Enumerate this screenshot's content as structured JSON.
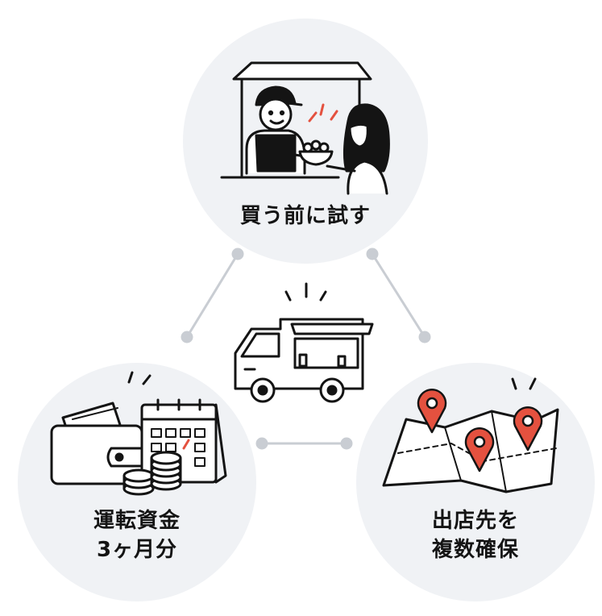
{
  "center": {
    "icon": "food-truck-icon"
  },
  "nodes": [
    {
      "id": "try",
      "icon": "food-stall-tasting-icon",
      "lines": [
        "買う前に試す"
      ]
    },
    {
      "id": "funds",
      "icon": "wallet-calendar-coins-icon",
      "lines": [
        "運転資金",
        "3ヶ月分"
      ]
    },
    {
      "id": "locations",
      "icon": "map-pins-icon",
      "lines": [
        "出店先を",
        "複数確保"
      ]
    }
  ],
  "colors": {
    "circle_bg": "#f0f2f5",
    "line": "#c9cdd3",
    "ink": "#141414",
    "accent": "#e4513f"
  }
}
